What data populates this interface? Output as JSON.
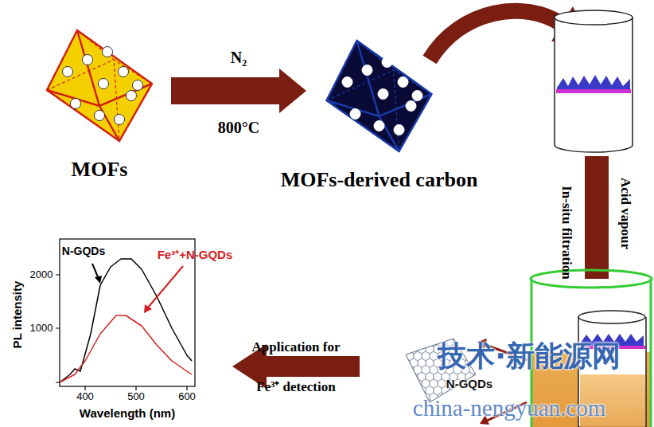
{
  "diagram": {
    "nodes": [
      {
        "text": [
          "MOFs"
        ]
      },
      {
        "text": [
          "MOFs-derived carbon"
        ]
      }
    ],
    "edges": [
      {
        "from": 0,
        "to": 1,
        "arrow": "to",
        "label": "N₂"
      }
    ],
    "labels": [
      "800°C",
      "In-situ filtration",
      "Acid vapour",
      "N-GQDs",
      "Application for",
      "Fe³⁺ detection",
      "PL intensity",
      "2000",
      "1000",
      "400",
      "500",
      "600",
      "Wavelength (nm)",
      "N-GQDs",
      "Fe³⁺+N-GQDs",
      "技术·新能源网",
      "china-nengyuan.com"
    ]
  }
}
